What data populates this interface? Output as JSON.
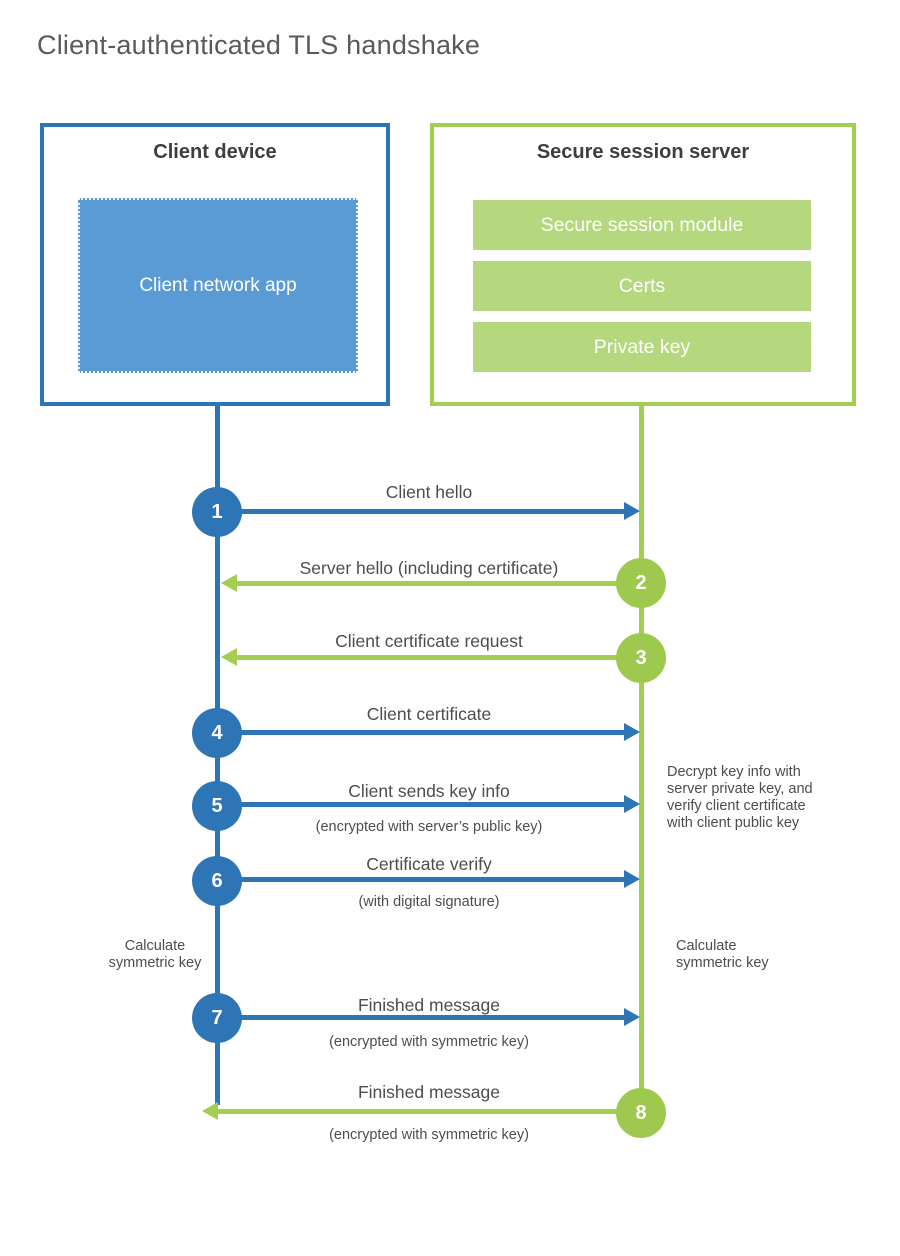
{
  "page": {
    "title": "Client-authenticated TLS handshake"
  },
  "colors": {
    "blue": "#2e75b6",
    "blue_light": "#5b9bd5",
    "green": "#a3ce52",
    "green_light": "#b5d87f",
    "text_dark": "#3d3e42",
    "text_gray": "#4d4d4d"
  },
  "client_box": {
    "title": "Client device",
    "app_label": "Client network app"
  },
  "server_box": {
    "title": "Secure session server",
    "modules": [
      {
        "label": "Secure session module"
      },
      {
        "label": "Certs"
      },
      {
        "label": "Private key"
      }
    ]
  },
  "steps": [
    {
      "num": "1",
      "label": "Client hello",
      "sub": "",
      "direction": "client-to-server",
      "color": "blue"
    },
    {
      "num": "2",
      "label": "Server hello (including certificate)",
      "sub": "",
      "direction": "server-to-client",
      "color": "green"
    },
    {
      "num": "3",
      "label": "Client certificate request",
      "sub": "",
      "direction": "server-to-client",
      "color": "green"
    },
    {
      "num": "4",
      "label": "Client certificate",
      "sub": "",
      "direction": "client-to-server",
      "color": "blue"
    },
    {
      "num": "5",
      "label": "Client sends key info",
      "sub": "(encrypted with server’s public key)",
      "direction": "client-to-server",
      "color": "blue"
    },
    {
      "num": "6",
      "label": "Certificate verify",
      "sub": "(with digital signature)",
      "direction": "client-to-server",
      "color": "blue"
    },
    {
      "num": "7",
      "label": "Finished message",
      "sub": "(encrypted with symmetric key)",
      "direction": "client-to-server",
      "color": "blue"
    },
    {
      "num": "8",
      "label": "Finished message",
      "sub": "(encrypted with symmetric key)",
      "direction": "server-to-client",
      "color": "green"
    }
  ],
  "annotations": {
    "decrypt_note": "Decrypt key info with server private key, and verify client certificate with client public key",
    "calc_left": "Calculate symmetric key",
    "calc_right": "Calculate symmetric key"
  }
}
